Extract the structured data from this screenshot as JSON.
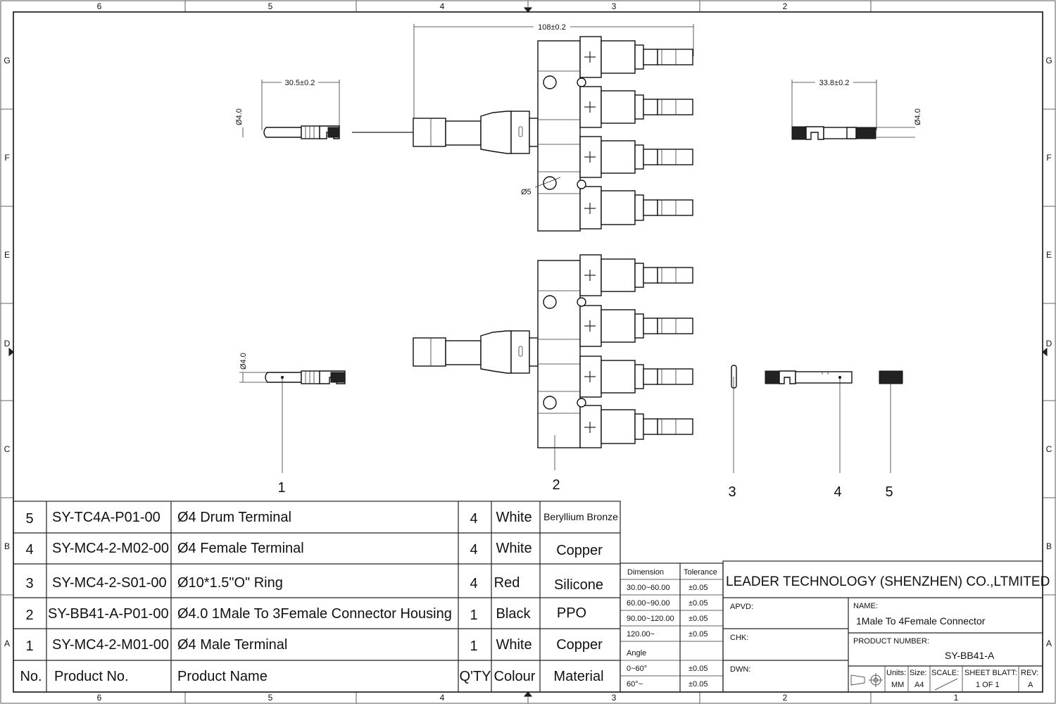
{
  "zones": {
    "columns": [
      "6",
      "5",
      "4",
      "3",
      "2",
      "1"
    ],
    "rows": [
      "G",
      "F",
      "E",
      "D",
      "C",
      "B",
      "A"
    ]
  },
  "dimensions": {
    "overall_width": "108±0.2",
    "male_terminal_length": "30.5±0.2",
    "male_terminal_dia_top": "Ø4.0",
    "female_terminal_length": "33.8±0.2",
    "female_terminal_dia": "Ø4.0",
    "hole_dia": "Ø5",
    "male_terminal_dia_side": "Ø4.0"
  },
  "callouts": [
    "1",
    "2",
    "3",
    "4",
    "5"
  ],
  "bom": {
    "header": {
      "no": "No.",
      "product_no": "Product  No.",
      "product_name": "Product  Name",
      "qty": "Q'TY",
      "colour": "Colour",
      "material": "Material"
    },
    "rows": [
      {
        "no": "5",
        "product_no": "SY-TC4A-P01-00",
        "product_name": "Ø4 Drum Terminal",
        "qty": "4",
        "colour": "White",
        "material": "Beryllium Bronze"
      },
      {
        "no": "4",
        "product_no": "SY-MC4-2-M02-00",
        "product_name": "Ø4 Female Terminal",
        "qty": "4",
        "colour": "White",
        "material": "Copper"
      },
      {
        "no": "3",
        "product_no": "SY-MC4-2-S01-00",
        "product_name": "Ø10*1.5\"O\" Ring",
        "qty": "4",
        "colour": "Red",
        "material": "Silicone"
      },
      {
        "no": "2",
        "product_no": "SY-BB41-A-P01-00",
        "product_name": "Ø4.0  1Male To 3Female Connector Housing",
        "qty": "1",
        "colour": "Black",
        "material": "PPO"
      },
      {
        "no": "1",
        "product_no": "SY-MC4-2-M01-00",
        "product_name": "Ø4 Male Terminal",
        "qty": "1",
        "colour": "White",
        "material": "Copper"
      }
    ]
  },
  "tolerance": {
    "dimension_header": "Dimension",
    "tolerance_header": "Tolerance",
    "rows": [
      {
        "range": "30.00~60.00",
        "tol": "±0.05"
      },
      {
        "range": "60.00~90.00",
        "tol": "±0.05"
      },
      {
        "range": "90.00~120.00",
        "tol": "±0.05"
      },
      {
        "range": "120.00~",
        "tol": "±0.05"
      }
    ],
    "angle_header": "Angle",
    "angle_rows": [
      {
        "range": "0~60°",
        "tol": "±0.05"
      },
      {
        "range": "60°~",
        "tol": "±0.05"
      }
    ]
  },
  "title_block": {
    "company": "LEADER  TECHNOLOGY  (SHENZHEN) CO.,LTMITED",
    "apvd": "APVD:",
    "chk": "CHK:",
    "dwn": "DWN:",
    "name_label": "NAME:",
    "name_value": "1Male To 4Female Connector",
    "product_number_label": "PRODUCT  NUMBER:",
    "product_number_value": "SY-BB41-A",
    "units_label": "Units:",
    "units_value": "MM",
    "size_label": "Size:",
    "size_value": "A4",
    "scale_label": "SCALE:",
    "sheet_label": "SHEET BLATT:",
    "sheet_value": "1  OF  1",
    "rev_label": "REV:",
    "rev_value": "A"
  }
}
